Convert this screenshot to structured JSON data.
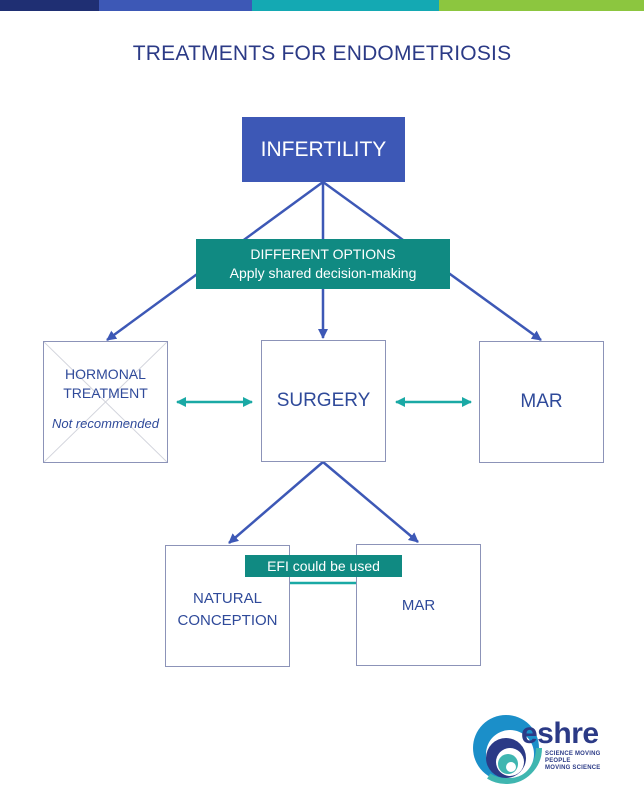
{
  "colors": {
    "topbar": [
      "#1f2f73",
      "#3d58b6",
      "#14a9b3",
      "#8cc63f"
    ],
    "primary_box": "#3d58b6",
    "teal": "#108a82",
    "arrow": "#3d58b6",
    "teal_arrow": "#1aa9a5",
    "text": "#2f4a9a"
  },
  "title": "TREATMENTS FOR ENDOMETRIOSIS",
  "nodes": {
    "infertility": "INFERTILITY",
    "options": {
      "line1": "DIFFERENT OPTIONS",
      "line2": "Apply shared decision-making"
    },
    "hormonal": {
      "line1": "HORMONAL",
      "line2": "TREATMENT",
      "note": "Not recommended"
    },
    "surgery": "SURGERY",
    "mar_top": "MAR",
    "natural": {
      "line1": "NATURAL",
      "line2": "CONCEPTION"
    },
    "mar_bottom": "MAR",
    "efi": "EFI could be used"
  },
  "logo": {
    "word": "eshre",
    "tagline": [
      "SCIENCE MOVING",
      "PEOPLE",
      "MOVING SCIENCE"
    ]
  }
}
